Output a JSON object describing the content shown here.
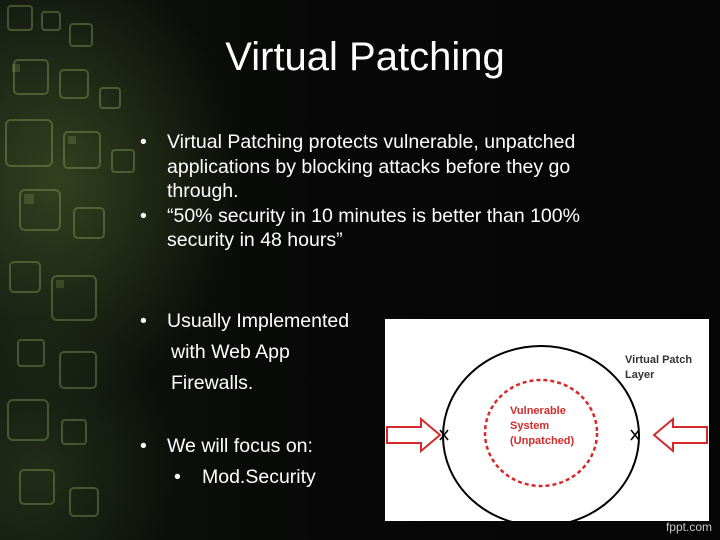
{
  "slide": {
    "title": "Virtual Patching",
    "bullets": [
      "Virtual Patching protects vulnerable, unpatched",
      "applications by blocking attacks before they go",
      "through.",
      "“50% security in 10 minutes is better than 100%",
      "security in 48 hours”"
    ],
    "bullet3": [
      "Usually Implemented",
      "with Web App",
      "Firewalls."
    ],
    "bullet4": "We will focus on:",
    "sub_bullet": "Mod.Security",
    "bullet_char": "•"
  },
  "diagram": {
    "outer_label_1": "Virtual Patch",
    "outer_label_2": "Layer",
    "inner_label_1": "Vulnerable",
    "inner_label_2": "System",
    "inner_label_3": "(Unpatched)",
    "outer_color": "#000000",
    "inner_color": "#d62a2a",
    "arrow_color": "#d62a2a"
  },
  "watermark": "fppt.com"
}
